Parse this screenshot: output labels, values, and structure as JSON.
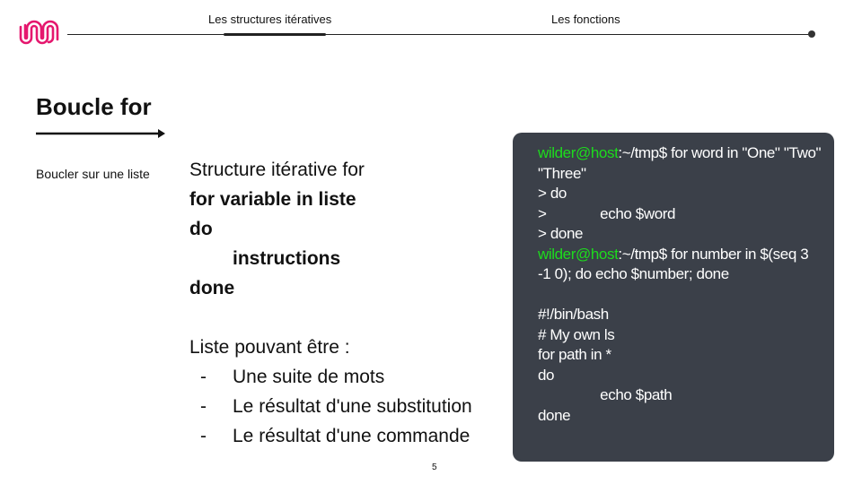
{
  "nav": {
    "items": [
      {
        "label": "Les structures itératives",
        "active": true
      },
      {
        "label": "Les fonctions",
        "active": false
      }
    ]
  },
  "slide": {
    "title": "Boucle for",
    "subtitle": "Boucler sur une liste",
    "body": {
      "intro": "Structure itérative for",
      "syntax": [
        "for variable in liste",
        "do",
        "instructions",
        "done"
      ],
      "list_intro": "Liste pouvant être :",
      "bullet_marker": "-",
      "bullets": [
        "Une suite de mots",
        "Le résultat d'une substitution",
        "Le résultat d'une commande"
      ]
    },
    "terminal": {
      "background": "#3b4049",
      "prompt_color": "#1ddc1d",
      "lines": [
        {
          "prompt": "wilder@host",
          "text": ":~/tmp$ for word in \"One\" \"Two\" \"Three\""
        },
        {
          "prompt": "",
          "text": "> do"
        },
        {
          "prompt": "",
          "text": ">\t\techo $word"
        },
        {
          "prompt": "",
          "text": "> done"
        },
        {
          "prompt": "wilder@host",
          "text": ":~/tmp$ for number in $(seq 3 -1 0); do echo $number; done"
        },
        {
          "prompt": "",
          "text": ""
        },
        {
          "prompt": "",
          "text": "#!/bin/bash"
        },
        {
          "prompt": "",
          "text": "# My own ls"
        },
        {
          "prompt": "",
          "text": "for path in *"
        },
        {
          "prompt": "",
          "text": "do"
        },
        {
          "prompt": "",
          "text": "\t\techo $path"
        },
        {
          "prompt": "",
          "text": "done"
        }
      ]
    },
    "page_number": "5"
  },
  "brand": {
    "logo_icon": "wave-logo-icon",
    "accent": "#e5176e"
  }
}
